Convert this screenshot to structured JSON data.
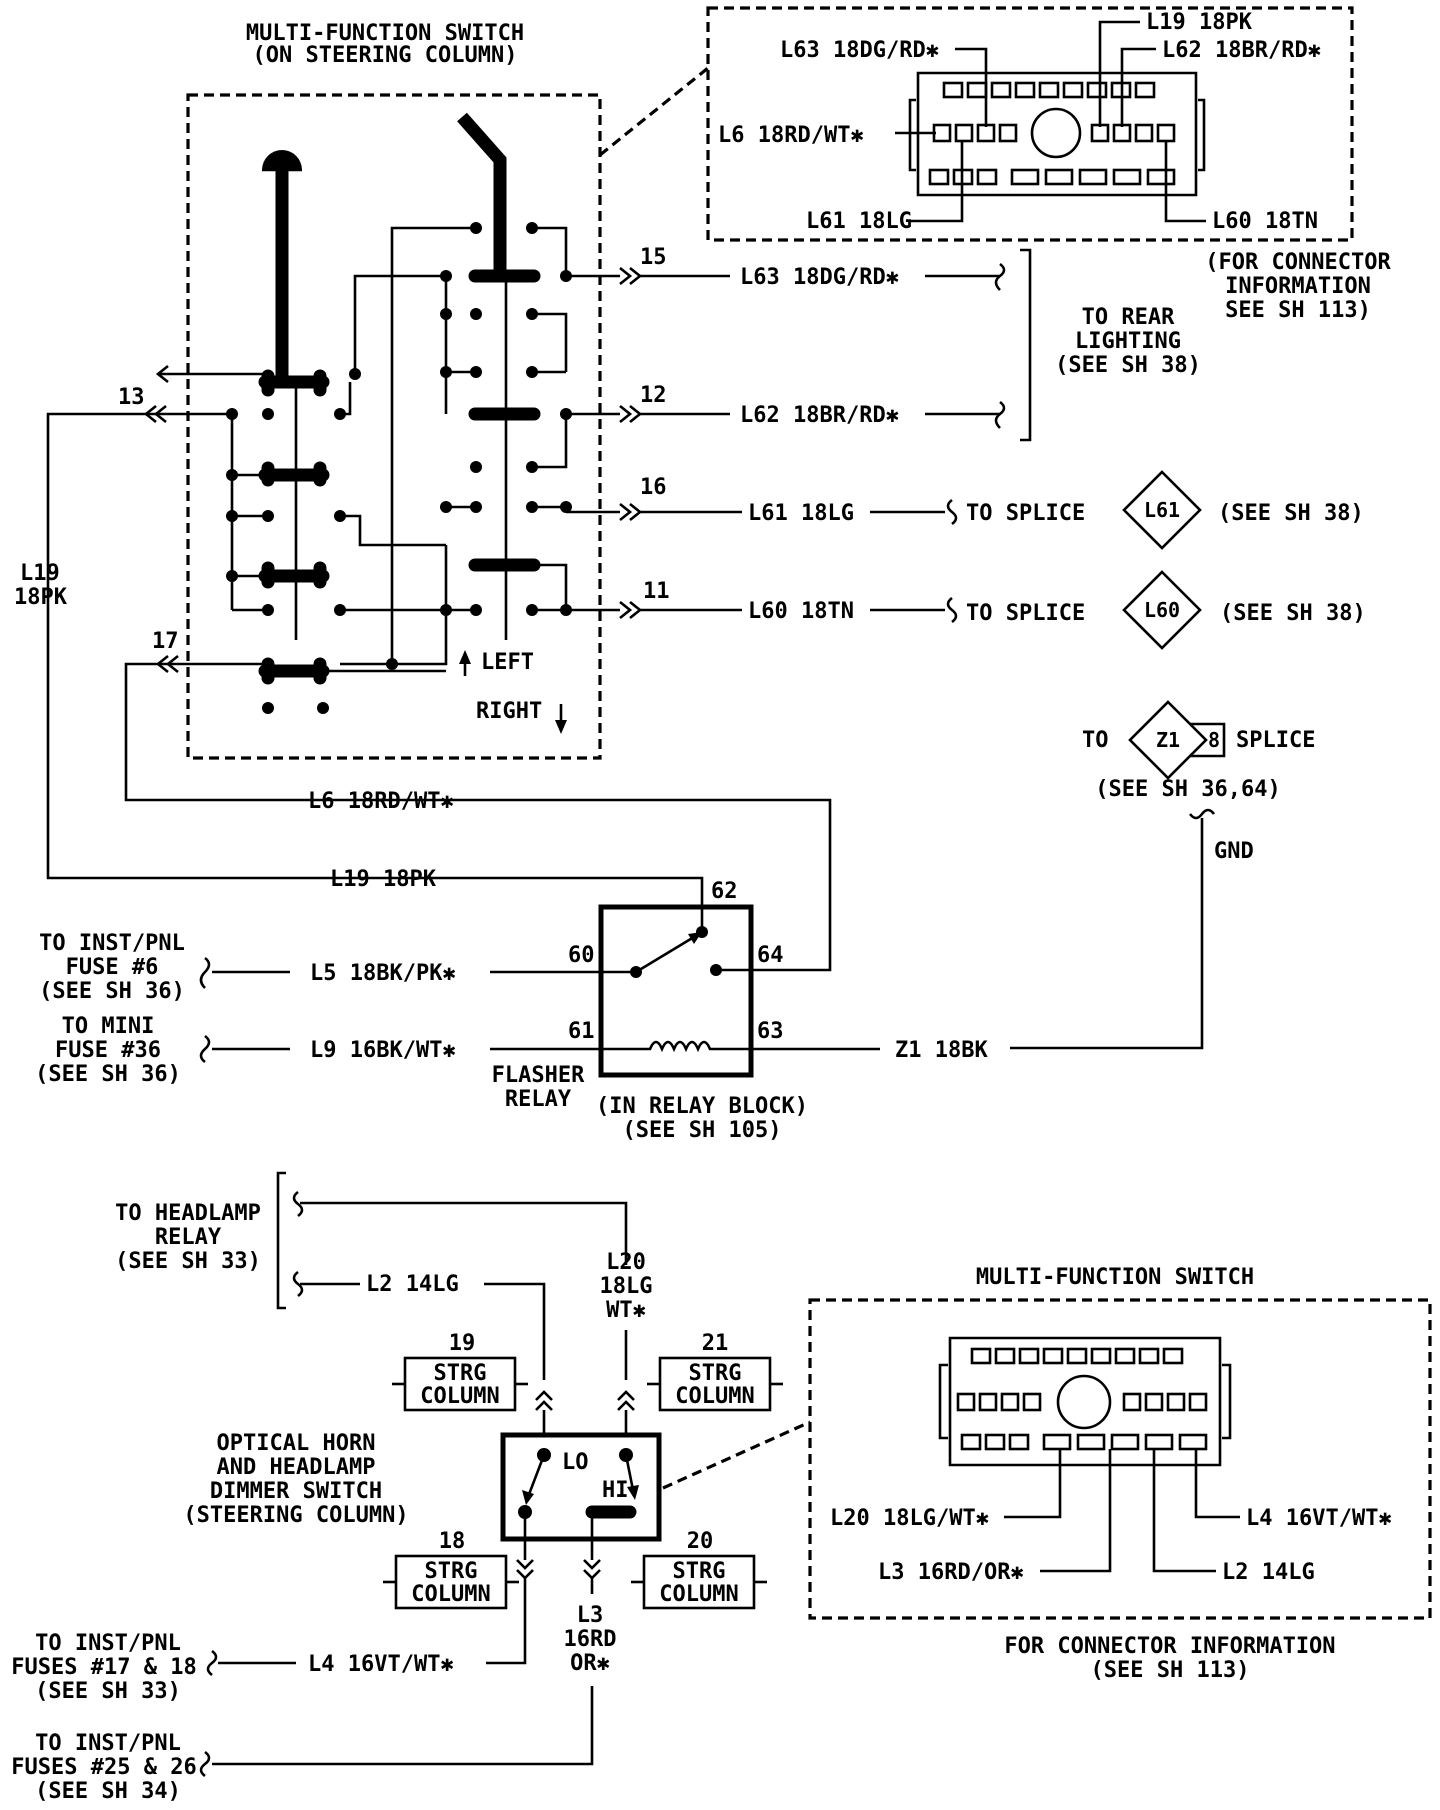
{
  "top_switch": {
    "title": "MULTI-FUNCTION SWITCH",
    "subtitle": "(ON STEERING COLUMN)",
    "left_label": "LEFT",
    "right_label": "RIGHT"
  },
  "top_connector": {
    "pins": {
      "l63": "L63 18DG/RD✱",
      "l19": "L19 18PK",
      "l62": "L62 18BR/RD✱",
      "l6": "L6 18RD/WT✱",
      "l61": "L61 18LG",
      "l60": "L60 18TN"
    },
    "info": [
      "(FOR CONNECTOR",
      "INFORMATION",
      "SEE SH 113)"
    ]
  },
  "circuits": {
    "c15": {
      "cavity": "15",
      "wire": "L63 18DG/RD✱"
    },
    "c12": {
      "cavity": "12",
      "wire": "L62 18BR/RD✱"
    },
    "c16": {
      "cavity": "16",
      "wire": "L61 18LG",
      "dest": "TO SPLICE",
      "splice": "L61",
      "see": "(SEE SH 38)"
    },
    "c11": {
      "cavity": "11",
      "wire": "L60 18TN",
      "dest": "TO SPLICE",
      "splice": "L60",
      "see": "(SEE SH 38)"
    },
    "c13": {
      "cavity": "13"
    },
    "c17": {
      "cavity": "17"
    },
    "rear_lighting": [
      "TO REAR",
      "LIGHTING",
      "(SEE SH 38)"
    ],
    "l19_vertical": [
      "L19",
      "18PK"
    ],
    "l6_wire": "L6 18RD/WT✱",
    "l19_wire": "L19 18PK"
  },
  "ground_splice": {
    "to": "TO",
    "splice": "Z1",
    "num": "8",
    "word": "SPLICE",
    "see": "(SEE SH 36,64)",
    "gnd": "GND"
  },
  "flasher": {
    "pins": {
      "p60": "60",
      "p61": "61",
      "p62": "62",
      "p63": "63",
      "p64": "64"
    },
    "wires": {
      "l5": "L5 18BK/PK✱",
      "l9": "L9 16BK/WT✱",
      "z1": "Z1 18BK"
    },
    "fuse6": [
      "TO INST/PNL",
      "FUSE #6",
      "(SEE SH 36)"
    ],
    "fuse36": [
      "TO MINI",
      "FUSE #36",
      "(SEE SH 36)"
    ],
    "name": [
      "FLASHER",
      "RELAY"
    ],
    "location": [
      "(IN RELAY BLOCK)",
      "(SEE SH 105)"
    ]
  },
  "dimmer": {
    "headlamp_relay": [
      "TO HEADLAMP",
      "RELAY",
      "(SEE SH 33)"
    ],
    "l2_wire": "L2 14LG",
    "l20_wire": [
      "L20",
      "18LG",
      "WT✱"
    ],
    "strg": [
      {
        "num": "19",
        "l1": "STRG",
        "l2": "COLUMN"
      },
      {
        "num": "21",
        "l1": "STRG",
        "l2": "COLUMN"
      },
      {
        "num": "18",
        "l1": "STRG",
        "l2": "COLUMN"
      },
      {
        "num": "20",
        "l1": "STRG",
        "l2": "COLUMN"
      }
    ],
    "name": [
      "OPTICAL HORN",
      "AND HEADLAMP",
      "DIMMER SWITCH",
      "(STEERING COLUMN)"
    ],
    "lo": "LO",
    "hi": "HI",
    "l3_wire": [
      "L3",
      "16RD",
      "OR✱"
    ],
    "l4_wire": "L4 16VT/WT✱",
    "fuses_17_18": [
      "TO INST/PNL",
      "FUSES #17 & 18",
      "(SEE SH 33)"
    ],
    "fuses_25_26": [
      "TO INST/PNL",
      "FUSES #25 & 26",
      "(SEE SH 34)"
    ]
  },
  "bottom_connector": {
    "title": "MULTI-FUNCTION SWITCH",
    "pins": {
      "l20": "L20 18LG/WT✱",
      "l4": "L4 16VT/WT✱",
      "l3": "L3 16RD/OR✱",
      "l2": "L2 14LG"
    },
    "info": [
      "FOR CONNECTOR INFORMATION",
      "(SEE SH 113)"
    ]
  }
}
